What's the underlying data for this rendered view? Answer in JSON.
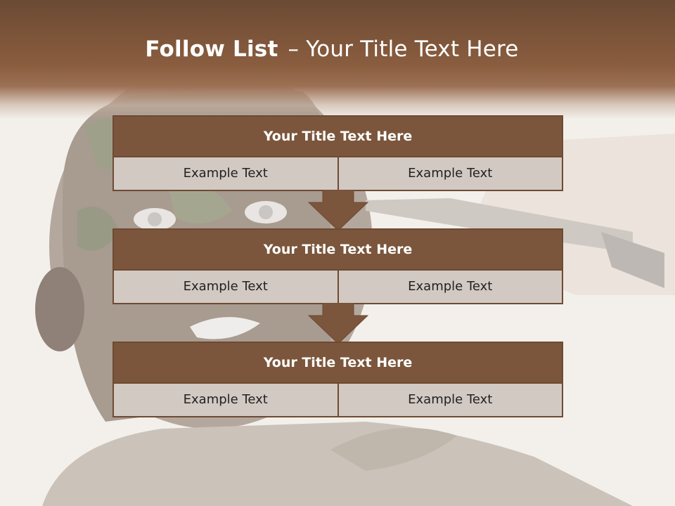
{
  "slide": {
    "title_bold": "Follow List",
    "title_dash": "–",
    "title_rest": "Your Title Text Here"
  },
  "colors": {
    "accent_brown": "#7b563c",
    "cell_gray": "#d2c9c3",
    "border_brown": "#6e4a33",
    "header_top": "#6b4a33"
  },
  "steps": [
    {
      "title": "Your Title Text Here",
      "left": "Example Text",
      "right": "Example Text"
    },
    {
      "title": "Your Title Text Here",
      "left": "Example Text",
      "right": "Example Text"
    },
    {
      "title": "Your Title Text Here",
      "left": "Example Text",
      "right": "Example Text"
    }
  ],
  "background": {
    "description_icon": "camouflaged-soldier-photo"
  }
}
